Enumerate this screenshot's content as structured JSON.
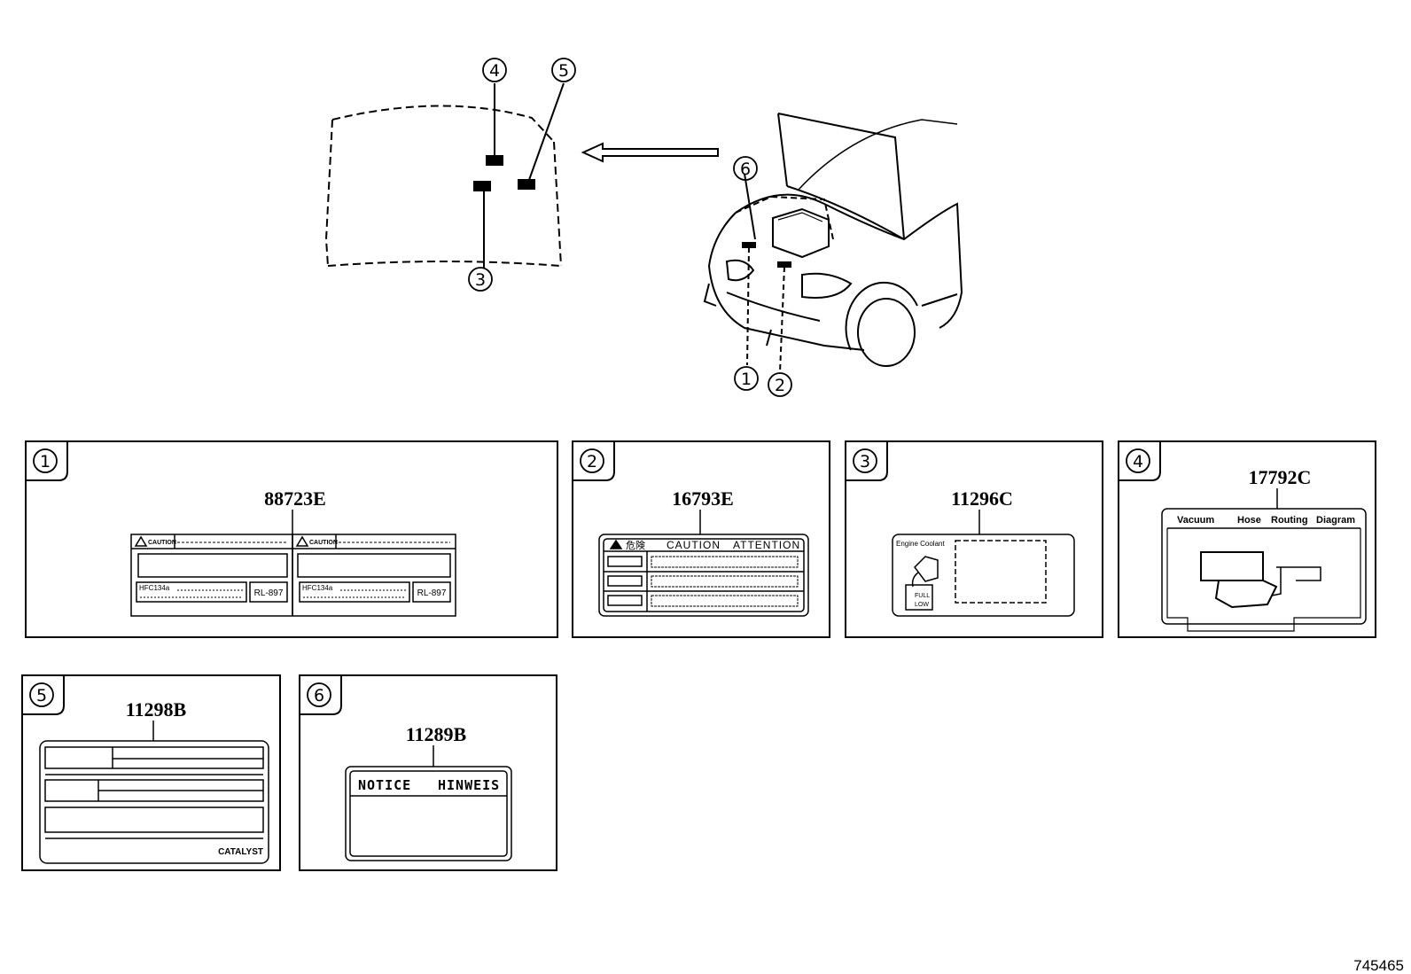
{
  "overview": {
    "callouts": [
      {
        "id": "callout-4",
        "num": "4"
      },
      {
        "id": "callout-5",
        "num": "5"
      },
      {
        "id": "callout-3",
        "num": "3"
      },
      {
        "id": "callout-6",
        "num": "6"
      },
      {
        "id": "callout-1",
        "num": "1"
      },
      {
        "id": "callout-2",
        "num": "2"
      }
    ]
  },
  "panels": [
    {
      "num": "1",
      "part_no": "88723E",
      "label": {
        "caution_left": "CAUTION",
        "caution_right": "CAUTION",
        "refrigerant_left": "HFC134a",
        "refrigerant_right": "HFC134a",
        "code_left": "RL-897",
        "code_right": "RL-897"
      }
    },
    {
      "num": "2",
      "part_no": "16793E",
      "label": {
        "kanji": "危険",
        "caution": "CAUTION",
        "attention": "ATTENTION"
      }
    },
    {
      "num": "3",
      "part_no": "11296C",
      "label": {
        "title": "Engine Coolant",
        "full": "FULL",
        "low": "LOW"
      }
    },
    {
      "num": "4",
      "part_no": "17792C",
      "label": {
        "w1": "Vacuum",
        "w2": "Hose",
        "w3": "Routing",
        "w4": "Diagram"
      }
    },
    {
      "num": "5",
      "part_no": "11298B",
      "label": {
        "catalyst": "CATALYST"
      }
    },
    {
      "num": "6",
      "part_no": "11289B",
      "label": {
        "notice": "NOTICE",
        "hinweis": "HINWEIS"
      }
    }
  ],
  "footer": {
    "ref_code": "745465"
  }
}
